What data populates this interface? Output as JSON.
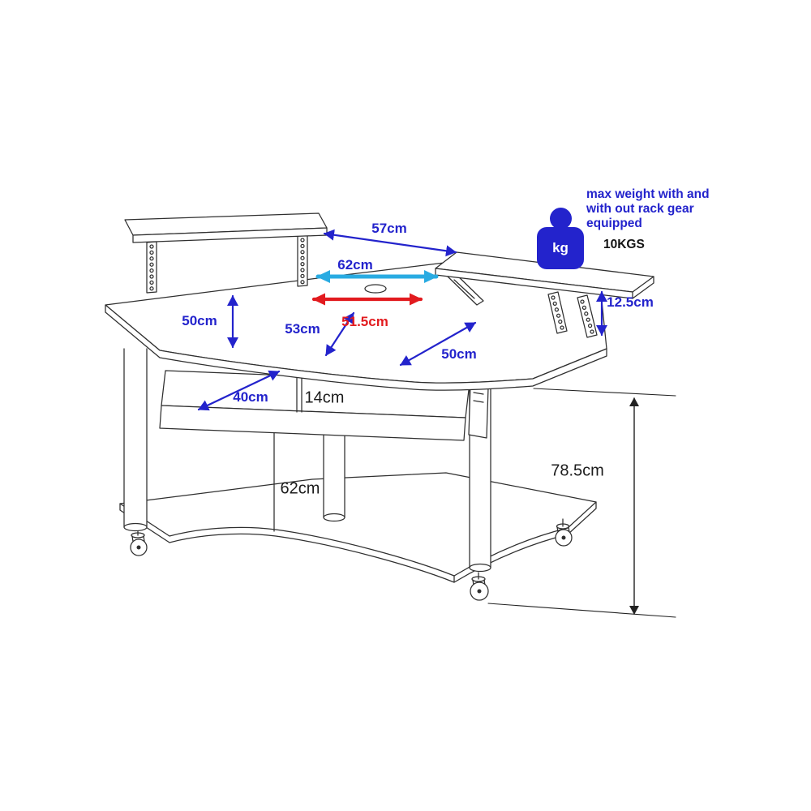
{
  "diagram": {
    "subject": "studio desk dimension drawing",
    "units": "cm"
  },
  "colors": {
    "blue": "#2323cc",
    "cyan": "#29abe2",
    "red": "#e21b1f",
    "line": "#2f2f2f",
    "text_dark": "#1c1c1c"
  },
  "dimensions": {
    "back_top_width": "57cm",
    "desk_inner_width": "62cm",
    "desk_inner_width_red": "51.5cm",
    "shelf_height": "50cm",
    "desk_depth_left": "53cm",
    "desk_depth_right": "50cm",
    "tray_depth": "40cm",
    "tray_gap": "14cm",
    "under_desk_height": "62cm",
    "desk_height": "78.5cm",
    "rack_shelf_height": "12.5cm"
  },
  "weight_note": {
    "line1": "max weight with and",
    "line2": "with out rack gear",
    "line3": "equipped",
    "value": "10KGS",
    "icon_label": "kg"
  }
}
